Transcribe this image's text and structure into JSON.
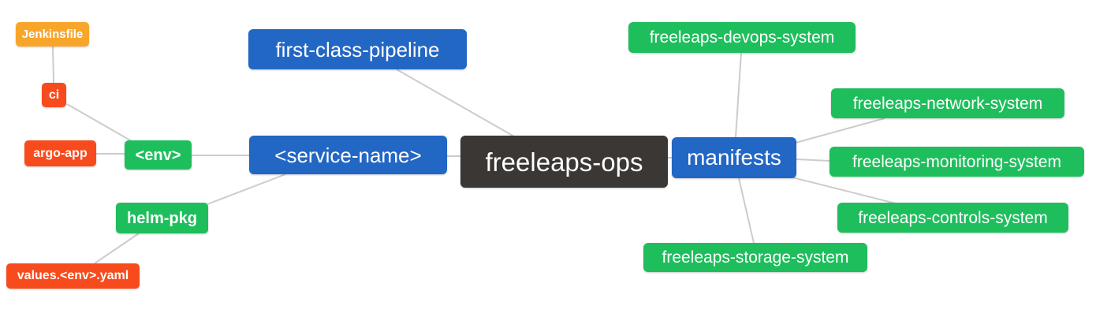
{
  "colors": {
    "blue": "#2267c4",
    "green": "#1fbe5d",
    "orange": "#f8a62b",
    "red": "#f84b1d",
    "dark": "#3b3734",
    "edge": "#cccccc",
    "text": "#ffffff",
    "background": "#ffffff"
  },
  "mindmap": {
    "root_label": "freeleaps-ops",
    "nodes": [
      {
        "id": "jenkinsfile",
        "label": "Jenkinsfile",
        "color_role": "orange"
      },
      {
        "id": "ci",
        "label": "ci",
        "color_role": "red"
      },
      {
        "id": "argo-app",
        "label": "argo-app",
        "color_role": "red"
      },
      {
        "id": "env",
        "label": "<env>",
        "color_role": "green"
      },
      {
        "id": "helm-pkg",
        "label": "helm-pkg",
        "color_role": "green"
      },
      {
        "id": "values-env-yaml",
        "label": "values.<env>.yaml",
        "color_role": "red"
      },
      {
        "id": "first-class-pipeline",
        "label": "first-class-pipeline",
        "color_role": "blue"
      },
      {
        "id": "service-name",
        "label": "<service-name>",
        "color_role": "blue"
      },
      {
        "id": "freeleaps-ops",
        "label": "freeleaps-ops",
        "color_role": "dark"
      },
      {
        "id": "manifests",
        "label": "manifests",
        "color_role": "blue"
      },
      {
        "id": "freeleaps-devops-system",
        "label": "freeleaps-devops-system",
        "color_role": "green"
      },
      {
        "id": "freeleaps-network-system",
        "label": "freeleaps-network-system",
        "color_role": "green"
      },
      {
        "id": "freeleaps-monitoring-system",
        "label": "freeleaps-monitoring-system",
        "color_role": "green"
      },
      {
        "id": "freeleaps-controls-system",
        "label": "freeleaps-controls-system",
        "color_role": "green"
      },
      {
        "id": "freeleaps-storage-system",
        "label": "freeleaps-storage-system",
        "color_role": "green"
      }
    ],
    "edges": [
      {
        "from": "Jenkinsfile",
        "to": "ci"
      },
      {
        "from": "ci",
        "to": "<env>"
      },
      {
        "from": "argo-app",
        "to": "<env>"
      },
      {
        "from": "<env>",
        "to": "<service-name>"
      },
      {
        "from": "helm-pkg",
        "to": "<service-name>"
      },
      {
        "from": "values.<env>.yaml",
        "to": "helm-pkg"
      },
      {
        "from": "first-class-pipeline",
        "to": "freeleaps-ops"
      },
      {
        "from": "<service-name>",
        "to": "freeleaps-ops"
      },
      {
        "from": "freeleaps-ops",
        "to": "manifests"
      },
      {
        "from": "manifests",
        "to": "freeleaps-devops-system"
      },
      {
        "from": "manifests",
        "to": "freeleaps-network-system"
      },
      {
        "from": "manifests",
        "to": "freeleaps-monitoring-system"
      },
      {
        "from": "manifests",
        "to": "freeleaps-controls-system"
      },
      {
        "from": "manifests",
        "to": "freeleaps-storage-system"
      }
    ]
  }
}
